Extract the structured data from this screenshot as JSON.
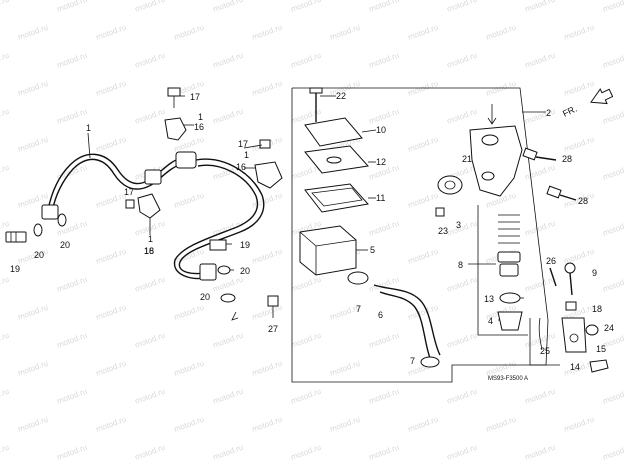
{
  "watermark": "motod.ru",
  "diagram_code": "MS93-F3500 A",
  "direction_label": "FR.",
  "callouts": {
    "c1a": "1",
    "c1b": "1",
    "c1c": "1",
    "c1d": "1",
    "c2": "2",
    "c3": "3",
    "c4": "4",
    "c5": "5",
    "c6": "6",
    "c7a": "7",
    "c7b": "7",
    "c8": "8",
    "c9": "9",
    "c10": "10",
    "c11": "11",
    "c12": "12",
    "c13": "13",
    "c14": "14",
    "c15": "15",
    "c16a": "16",
    "c16b": "16",
    "c16c": "16",
    "c17a": "17",
    "c17b": "17",
    "c17c": "17",
    "c18a": "18",
    "c18b": "18",
    "c19a": "19",
    "c19b": "19",
    "c20a": "20",
    "c20b": "20",
    "c20c": "20",
    "c20d": "20",
    "c21": "21",
    "c22": "22",
    "c23": "23",
    "c24": "24",
    "c25": "25",
    "c26": "26",
    "c27": "27",
    "c28a": "28",
    "c28b": "28"
  }
}
